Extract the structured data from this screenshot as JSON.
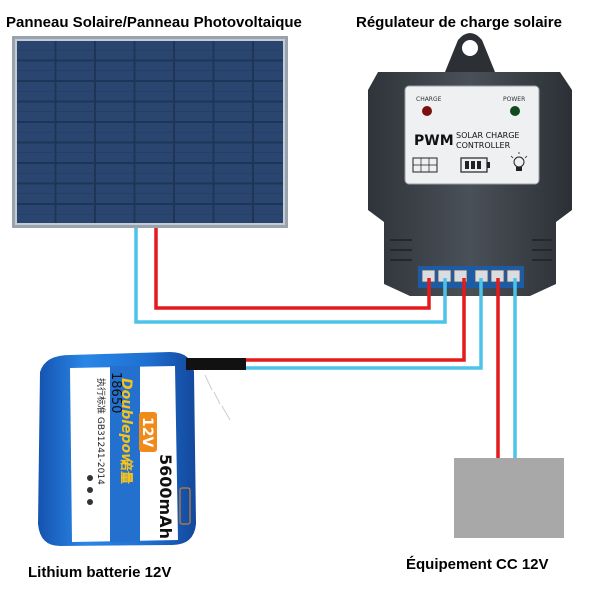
{
  "labels": {
    "solar_panel": "Panneau Solaire/Panneau Photovoltaique",
    "controller": "Régulateur de charge solaire",
    "battery": "Lithium batterie 12V",
    "load": "Équipement CC 12V"
  },
  "controller": {
    "charge_led": "CHARGE",
    "power_led": "POWER",
    "brand": "PWM",
    "line1": "SOLAR CHARGE",
    "line2": "CONTROLLER"
  },
  "battery_pack": {
    "brand": "Doublepow",
    "brand_cn": "倍量",
    "cell": "18650",
    "voltage": "12V",
    "capacity": "5600mAh",
    "standard": "执行标准 GB31241-2014"
  },
  "colors": {
    "wire_positive": "#e31b1b",
    "wire_negative": "#4dc3e8",
    "panel_cell": "#1f3557",
    "controller_body": "#3d4248",
    "battery_wrap": "#1e6fd0",
    "load_box": "#a8a8a8"
  }
}
